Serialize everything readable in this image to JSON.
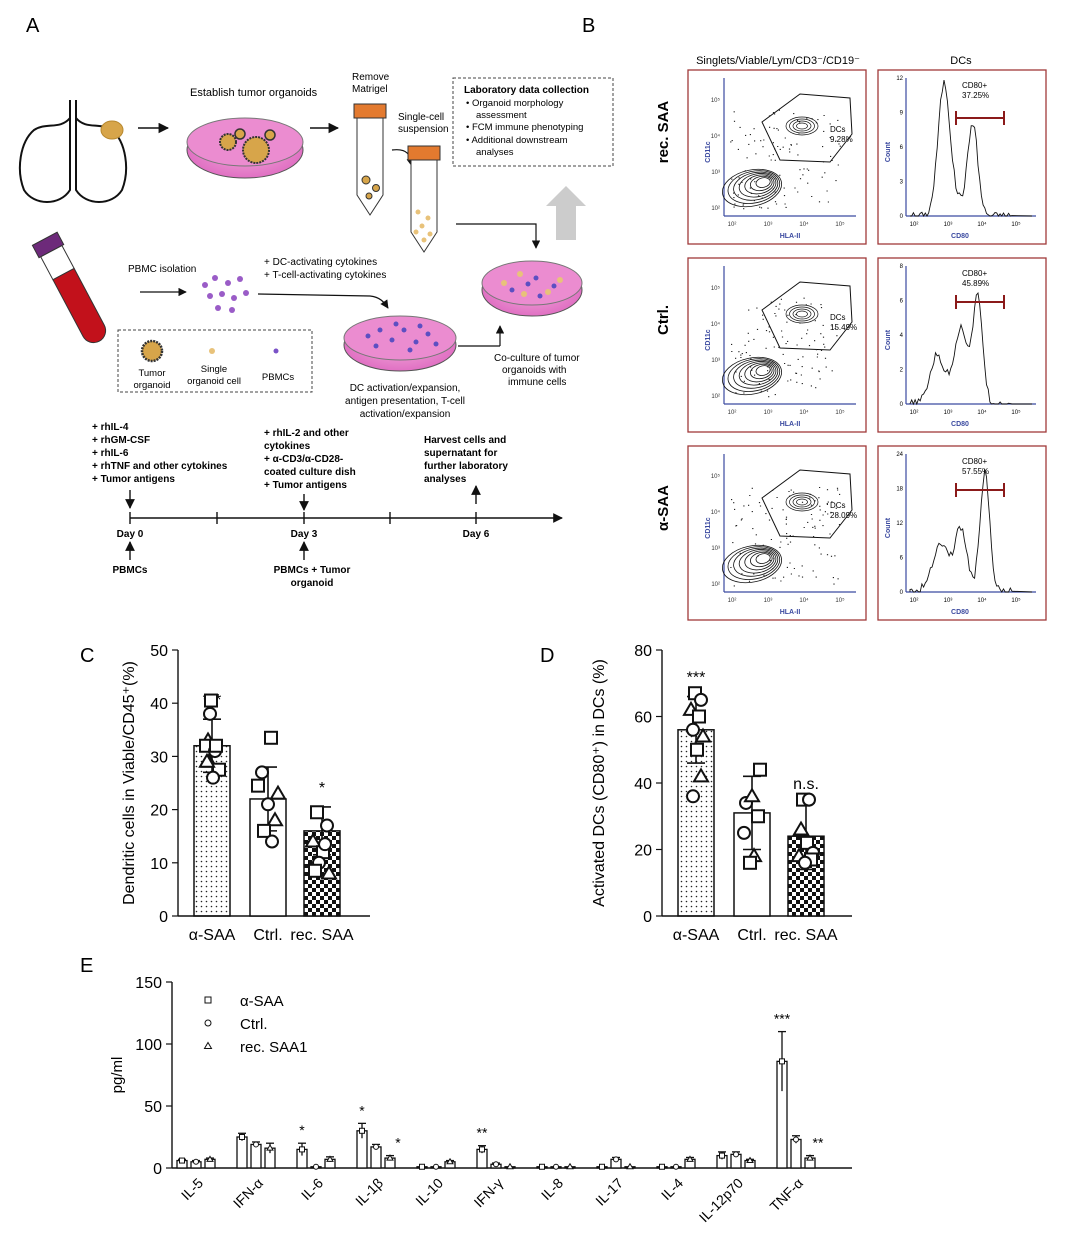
{
  "panels": {
    "a": "A",
    "b": "B",
    "c": "C",
    "d": "D",
    "e": "E"
  },
  "schematic": {
    "establish": "Establish tumor organoids",
    "remove1": "Remove",
    "remove2": "Matrigel",
    "single1": "Single-cell",
    "single2": "suspension",
    "lab_title": "Laboratory data collection",
    "lab_items": [
      "Organoid morphology",
      "assessment",
      "FCM immune phenotyping",
      "Additional downstream",
      "analyses"
    ],
    "pbmc_isolation": "PBMC isolation",
    "dc_cyt": "+ DC-activating cytokines",
    "t_cyt": "+ T-cell-activating cytokines",
    "legend_tumor1": "Tumor",
    "legend_tumor2": "organoid",
    "legend_single1": "Single",
    "legend_single2": "organoid cell",
    "legend_pbmc": "PBMCs",
    "dc_act1": "DC activation/expansion,",
    "dc_act2": "antigen presentation, T-cell",
    "dc_act3": "activation/expansion",
    "coculture1": "Co-culture of tumor",
    "coculture2": "organoids with",
    "coculture3": "immune cells",
    "day0_lines": [
      "+ rhIL-4",
      "+ rhGM-CSF",
      "+ rhIL-6",
      "+ rhTNF and other  cytokines",
      "+ Tumor antigens"
    ],
    "day3_lines": [
      "+ rhIL-2 and other",
      "cytokines",
      "+ α-CD3/α-CD28-",
      "coated culture dish",
      "+ Tumor antigens"
    ],
    "day6_lines": [
      "Harvest cells and",
      "supernatant for",
      "further laboratory",
      "analyses"
    ],
    "day0": "Day 0",
    "day3": "Day 3",
    "day6": "Day 6",
    "below0": "PBMCs",
    "below3a": "PBMCs + Tumor",
    "below3b": "organoid"
  },
  "flow": {
    "col1_header": "Singlets/Viable/Lym/CD3⁻/CD19⁻",
    "col2_header": "DCs",
    "rows": [
      {
        "label": "rec. SAA",
        "dc_label": "DCs",
        "dc_pct": "9.28%",
        "cd80_label": "CD80+",
        "cd80_pct": "37.25%",
        "hist_ymax": [
          3,
          6,
          9,
          12
        ],
        "hist_peak": 0.93
      },
      {
        "label": "Ctrl.",
        "dc_label": "DCs",
        "dc_pct": "15.49%",
        "cd80_label": "CD80+",
        "cd80_pct": "45.89%",
        "hist_ymax": [
          2,
          4,
          6,
          8
        ],
        "hist_peak": 0.85
      },
      {
        "label": "α-SAA",
        "dc_label": "DCs",
        "dc_pct": "28.09%",
        "cd80_label": "CD80+",
        "cd80_pct": "57.55%",
        "hist_ymax": [
          6,
          12,
          18,
          24
        ],
        "hist_peak": 0.86
      }
    ],
    "x_axis": "HLA-II",
    "y_axis": "CD11c",
    "hist_x_axis": "CD80",
    "hist_y_axis": "Count",
    "log_ticks": [
      "10²",
      "10³",
      "10⁴",
      "10⁵"
    ]
  },
  "chart_data": [
    {
      "type": "bar",
      "panel": "C",
      "categories": [
        "α-SAA",
        "Ctrl.",
        "rec. SAA"
      ],
      "values": [
        32,
        22,
        16
      ],
      "errors": [
        5,
        6,
        4.5
      ],
      "significance": [
        "***",
        "",
        "*"
      ],
      "ylabel": "Dendritic cells in Viable/CD45⁺(%)",
      "ylim": [
        0,
        50
      ],
      "yticks": [
        0,
        10,
        20,
        30,
        40,
        50
      ],
      "points": [
        [
          [
            30,
            40.5
          ],
          [
            29,
            38
          ],
          [
            27,
            33
          ],
          [
            25,
            32
          ],
          [
            34,
            31
          ],
          [
            28,
            29
          ],
          [
            38,
            27.5
          ],
          [
            32,
            26
          ],
          [
            26,
            29
          ],
          [
            35,
            32
          ]
        ],
        [
          [
            71,
            33.5
          ],
          [
            62,
            27
          ],
          [
            78,
            23
          ],
          [
            58,
            24.5
          ],
          [
            68,
            21
          ],
          [
            75,
            18
          ],
          [
            64,
            16
          ],
          [
            72,
            14
          ]
        ],
        [
          [
            88,
            19.5
          ],
          [
            98,
            17
          ],
          [
            84,
            14
          ],
          [
            94,
            12
          ],
          [
            90,
            10
          ],
          [
            100,
            8
          ],
          [
            86,
            8.5
          ],
          [
            96,
            13.5
          ]
        ]
      ]
    },
    {
      "type": "bar",
      "panel": "D",
      "categories": [
        "α-SAA",
        "Ctrl.",
        "rec. SAA"
      ],
      "values": [
        56,
        31,
        24
      ],
      "errors": [
        10,
        11,
        10
      ],
      "significance": [
        "***",
        "",
        "n.s."
      ],
      "ylabel": "Activated DCs (CD80⁺) in DCs (%)",
      "ylim": [
        0,
        80
      ],
      "yticks": [
        0,
        20,
        40,
        60,
        80
      ],
      "points": [
        [
          [
            30,
            67
          ],
          [
            36,
            65
          ],
          [
            26,
            62
          ],
          [
            34,
            60
          ],
          [
            28,
            56
          ],
          [
            38,
            54
          ],
          [
            32,
            50
          ],
          [
            28,
            36
          ],
          [
            36,
            42
          ]
        ],
        [
          [
            76,
            44
          ],
          [
            62,
            34
          ],
          [
            68,
            36
          ],
          [
            74,
            30
          ],
          [
            60,
            25
          ],
          [
            70,
            18
          ],
          [
            66,
            16
          ]
        ],
        [
          [
            90,
            35
          ],
          [
            96,
            35
          ],
          [
            88,
            26
          ],
          [
            94,
            22
          ],
          [
            100,
            19
          ],
          [
            86,
            18
          ],
          [
            98,
            17
          ],
          [
            92,
            16
          ]
        ]
      ]
    },
    {
      "type": "bar",
      "panel": "E",
      "categories": [
        "IL-5",
        "IFN-α",
        "IL-6",
        "IL-1β",
        "IL-10",
        "IFN-γ",
        "IL-8",
        "IL-17",
        "IL-4",
        "IL-12p70",
        "TNF-α"
      ],
      "series": [
        {
          "name": "α-SAA",
          "values": [
            6,
            25,
            15,
            30,
            1,
            15,
            1,
            1,
            1,
            10,
            86
          ],
          "errors": [
            1,
            3,
            5,
            6,
            0.5,
            3,
            0.5,
            0.5,
            0.5,
            3,
            24
          ]
        },
        {
          "name": "Ctrl.",
          "values": [
            5,
            19,
            1,
            17,
            1,
            3,
            1,
            7,
            1,
            11,
            23
          ],
          "errors": [
            1,
            2,
            0.5,
            2,
            0.5,
            1,
            0.5,
            1.5,
            0.5,
            2,
            3
          ]
        },
        {
          "name": "rec. SAA1",
          "values": [
            7,
            16,
            7,
            8,
            5,
            1,
            1,
            1,
            7,
            6,
            8
          ],
          "errors": [
            1,
            4,
            2,
            2,
            1,
            0.5,
            0.5,
            0.5,
            1.5,
            1,
            2
          ]
        }
      ],
      "significance": [
        [
          "",
          "",
          ""
        ],
        [
          "",
          "",
          ""
        ],
        [
          "*",
          "",
          ""
        ],
        [
          "*",
          "",
          "*"
        ],
        [
          "",
          "",
          ""
        ],
        [
          "**",
          "",
          ""
        ],
        [
          "",
          "",
          ""
        ],
        [
          "",
          "",
          ""
        ],
        [
          "",
          "",
          ""
        ],
        [
          "",
          "",
          ""
        ],
        [
          "***",
          "",
          "**"
        ]
      ],
      "ylabel": "pg/ml",
      "ylim": [
        0,
        150
      ],
      "yticks": [
        0,
        50,
        100,
        150
      ],
      "legend": "top-left"
    }
  ]
}
